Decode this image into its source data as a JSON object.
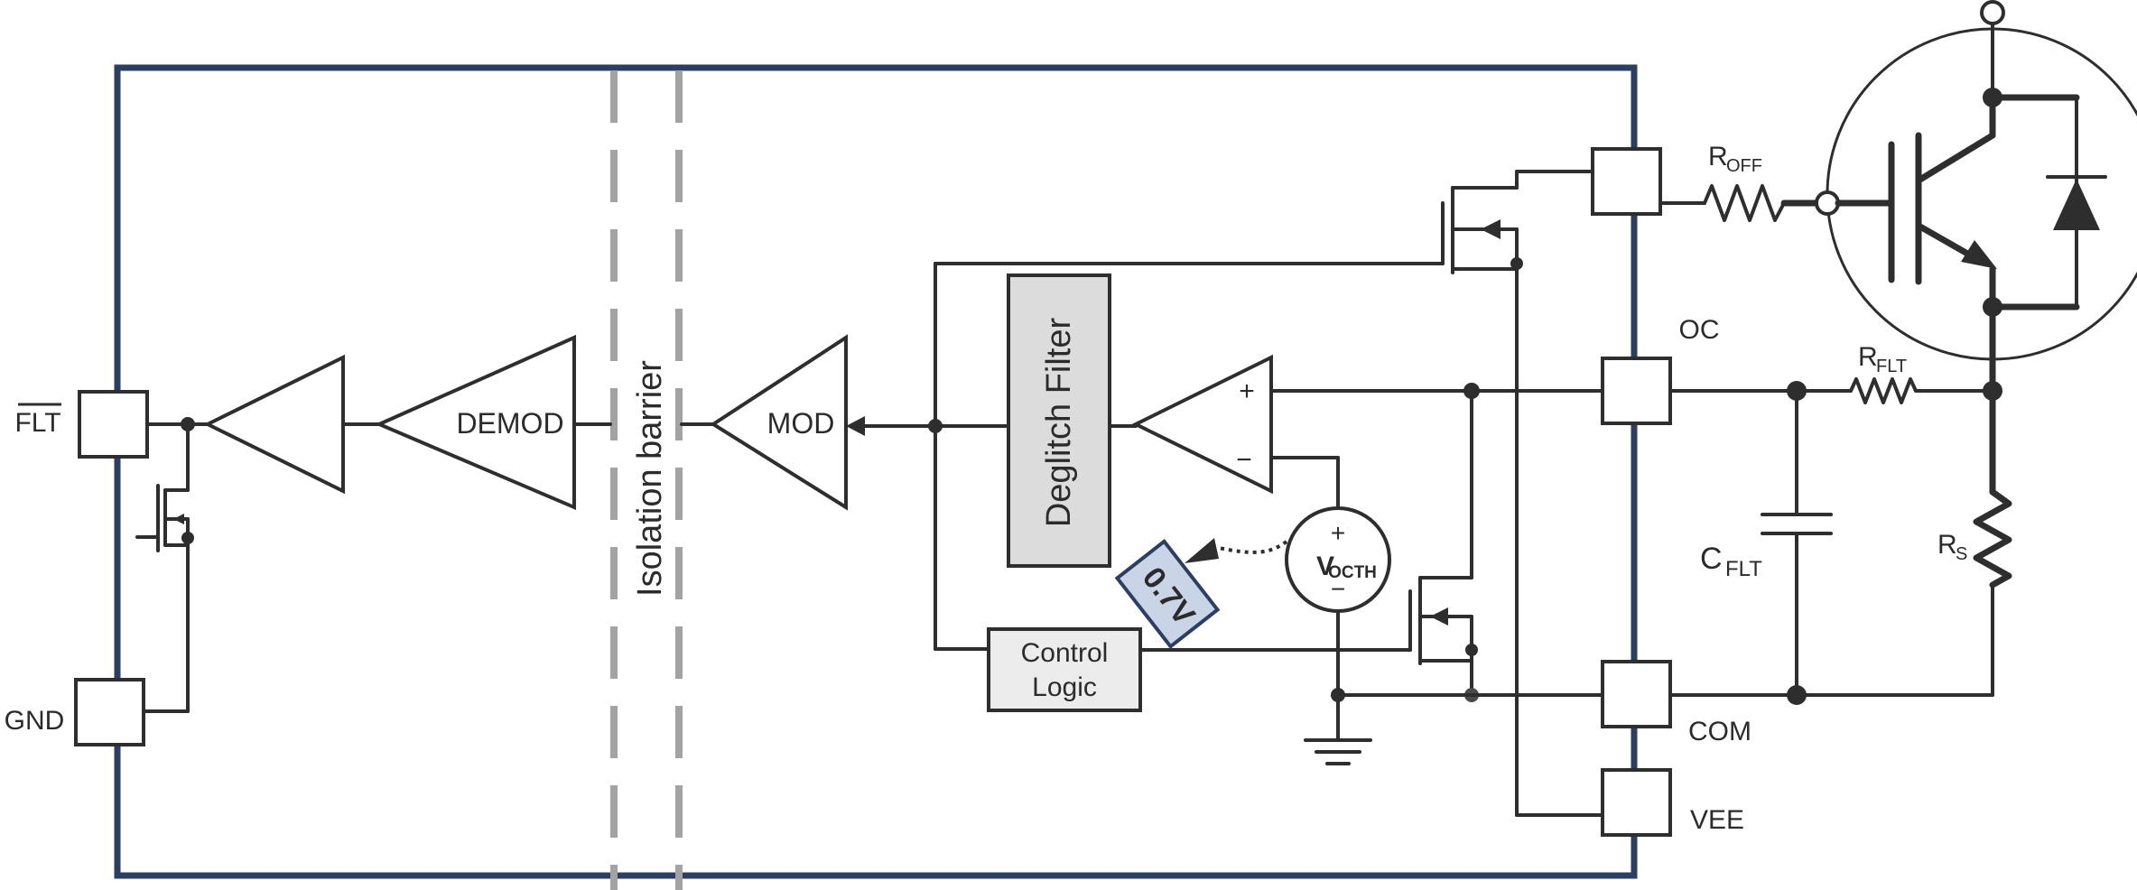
{
  "pins": {
    "flt": "FLT",
    "gnd": "GND",
    "oc": "OC",
    "com": "COM",
    "vee": "VEE"
  },
  "blocks": {
    "demod": "DEMOD",
    "mod": "MOD",
    "deglitch": "Deglitch Filter",
    "control_line1": "Control",
    "control_line2": "Logic",
    "isolation": "Isolation barrier"
  },
  "source": {
    "main": "V",
    "sub": "OCTH",
    "plus": "+",
    "minus": "−",
    "value": "0.7V"
  },
  "comparator": {
    "plus": "+",
    "minus": "−"
  },
  "components": {
    "roff_main": "R",
    "roff_sub": "OFF",
    "rflt_main": "R",
    "rflt_sub": "FLT",
    "cflt_main": "C",
    "cflt_sub": "FLT",
    "rs_main": "R",
    "rs_sub": "S"
  },
  "colors": {
    "package_border": "#2b3f63",
    "isolation_dash": "#a3a3a3",
    "deglitch_fill": "#dcdcdc",
    "control_fill": "#ececec",
    "threshold_tag_fill": "#c9d5e6",
    "threshold_tag_stroke": "#2b3f63"
  }
}
